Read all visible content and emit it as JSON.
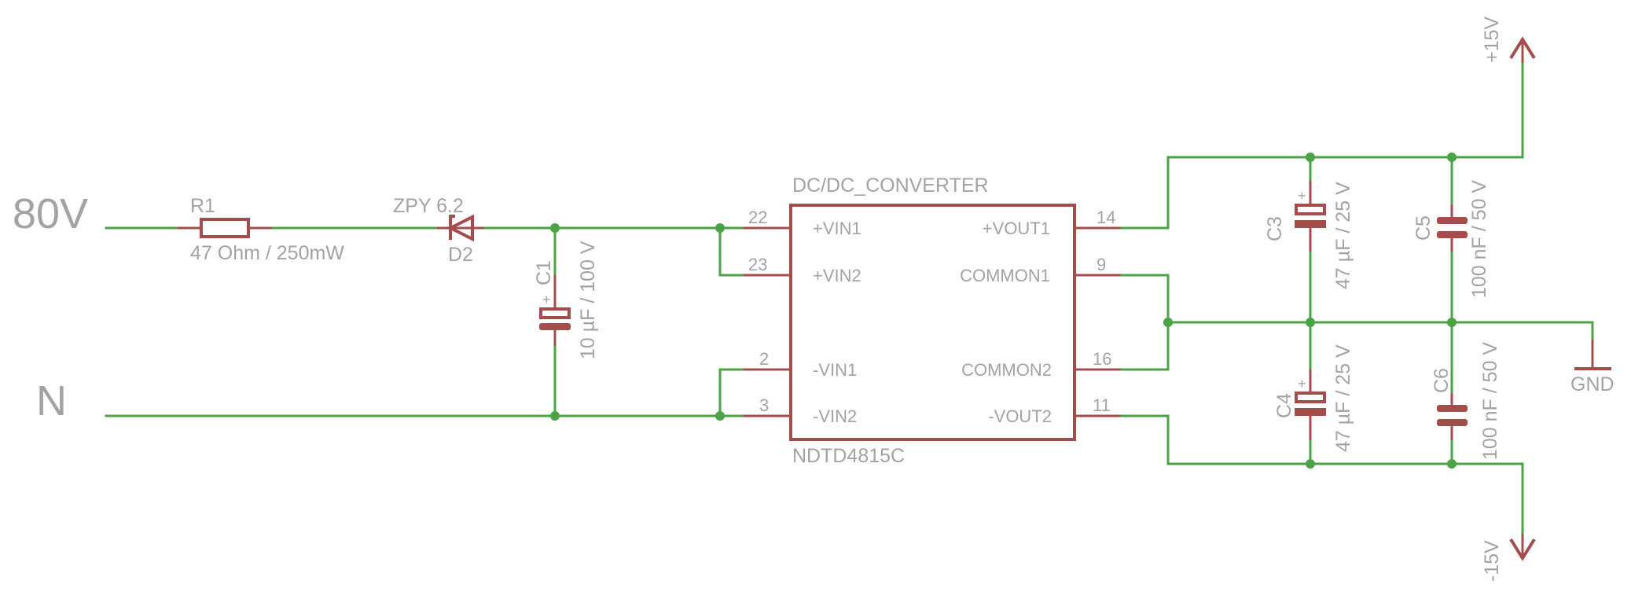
{
  "diagram": {
    "type": "electronic schematic",
    "colors": {
      "wire": "#4aa345",
      "symbol": "#a54d4d",
      "text": "#a3a3a3"
    }
  },
  "inputs": {
    "positive": "80V",
    "neutral": "N"
  },
  "r1": {
    "name": "R1",
    "value": "47 Ohm / 250mW"
  },
  "d2": {
    "name": "D2",
    "value": "ZPY 6.2"
  },
  "c1": {
    "name": "C1",
    "value": "10 µF / 100 V",
    "plus": "+"
  },
  "ic": {
    "name": "DC/DC_CONVERTER",
    "part": "NDTD4815C",
    "left_pins": [
      {
        "num": "22",
        "label": "+VIN1"
      },
      {
        "num": "23",
        "label": "+VIN2"
      },
      {
        "num": "2",
        "label": "-VIN1"
      },
      {
        "num": "3",
        "label": "-VIN2"
      }
    ],
    "right_pins": [
      {
        "num": "14",
        "label": "+VOUT1"
      },
      {
        "num": "9",
        "label": "COMMON1"
      },
      {
        "num": "16",
        "label": "COMMON2"
      },
      {
        "num": "11",
        "label": "-VOUT2"
      }
    ]
  },
  "c3": {
    "name": "C3",
    "value": "47 µF / 25 V",
    "plus": "+"
  },
  "c4": {
    "name": "C4",
    "value": "47 µF / 25 V",
    "plus": "+"
  },
  "c5": {
    "name": "C5",
    "value": "100 nF / 50 V"
  },
  "c6": {
    "name": "C6",
    "value": "100 nF / 50 V"
  },
  "supplies": {
    "pos": "+15V",
    "neg": "-15V",
    "gnd": "GND"
  }
}
